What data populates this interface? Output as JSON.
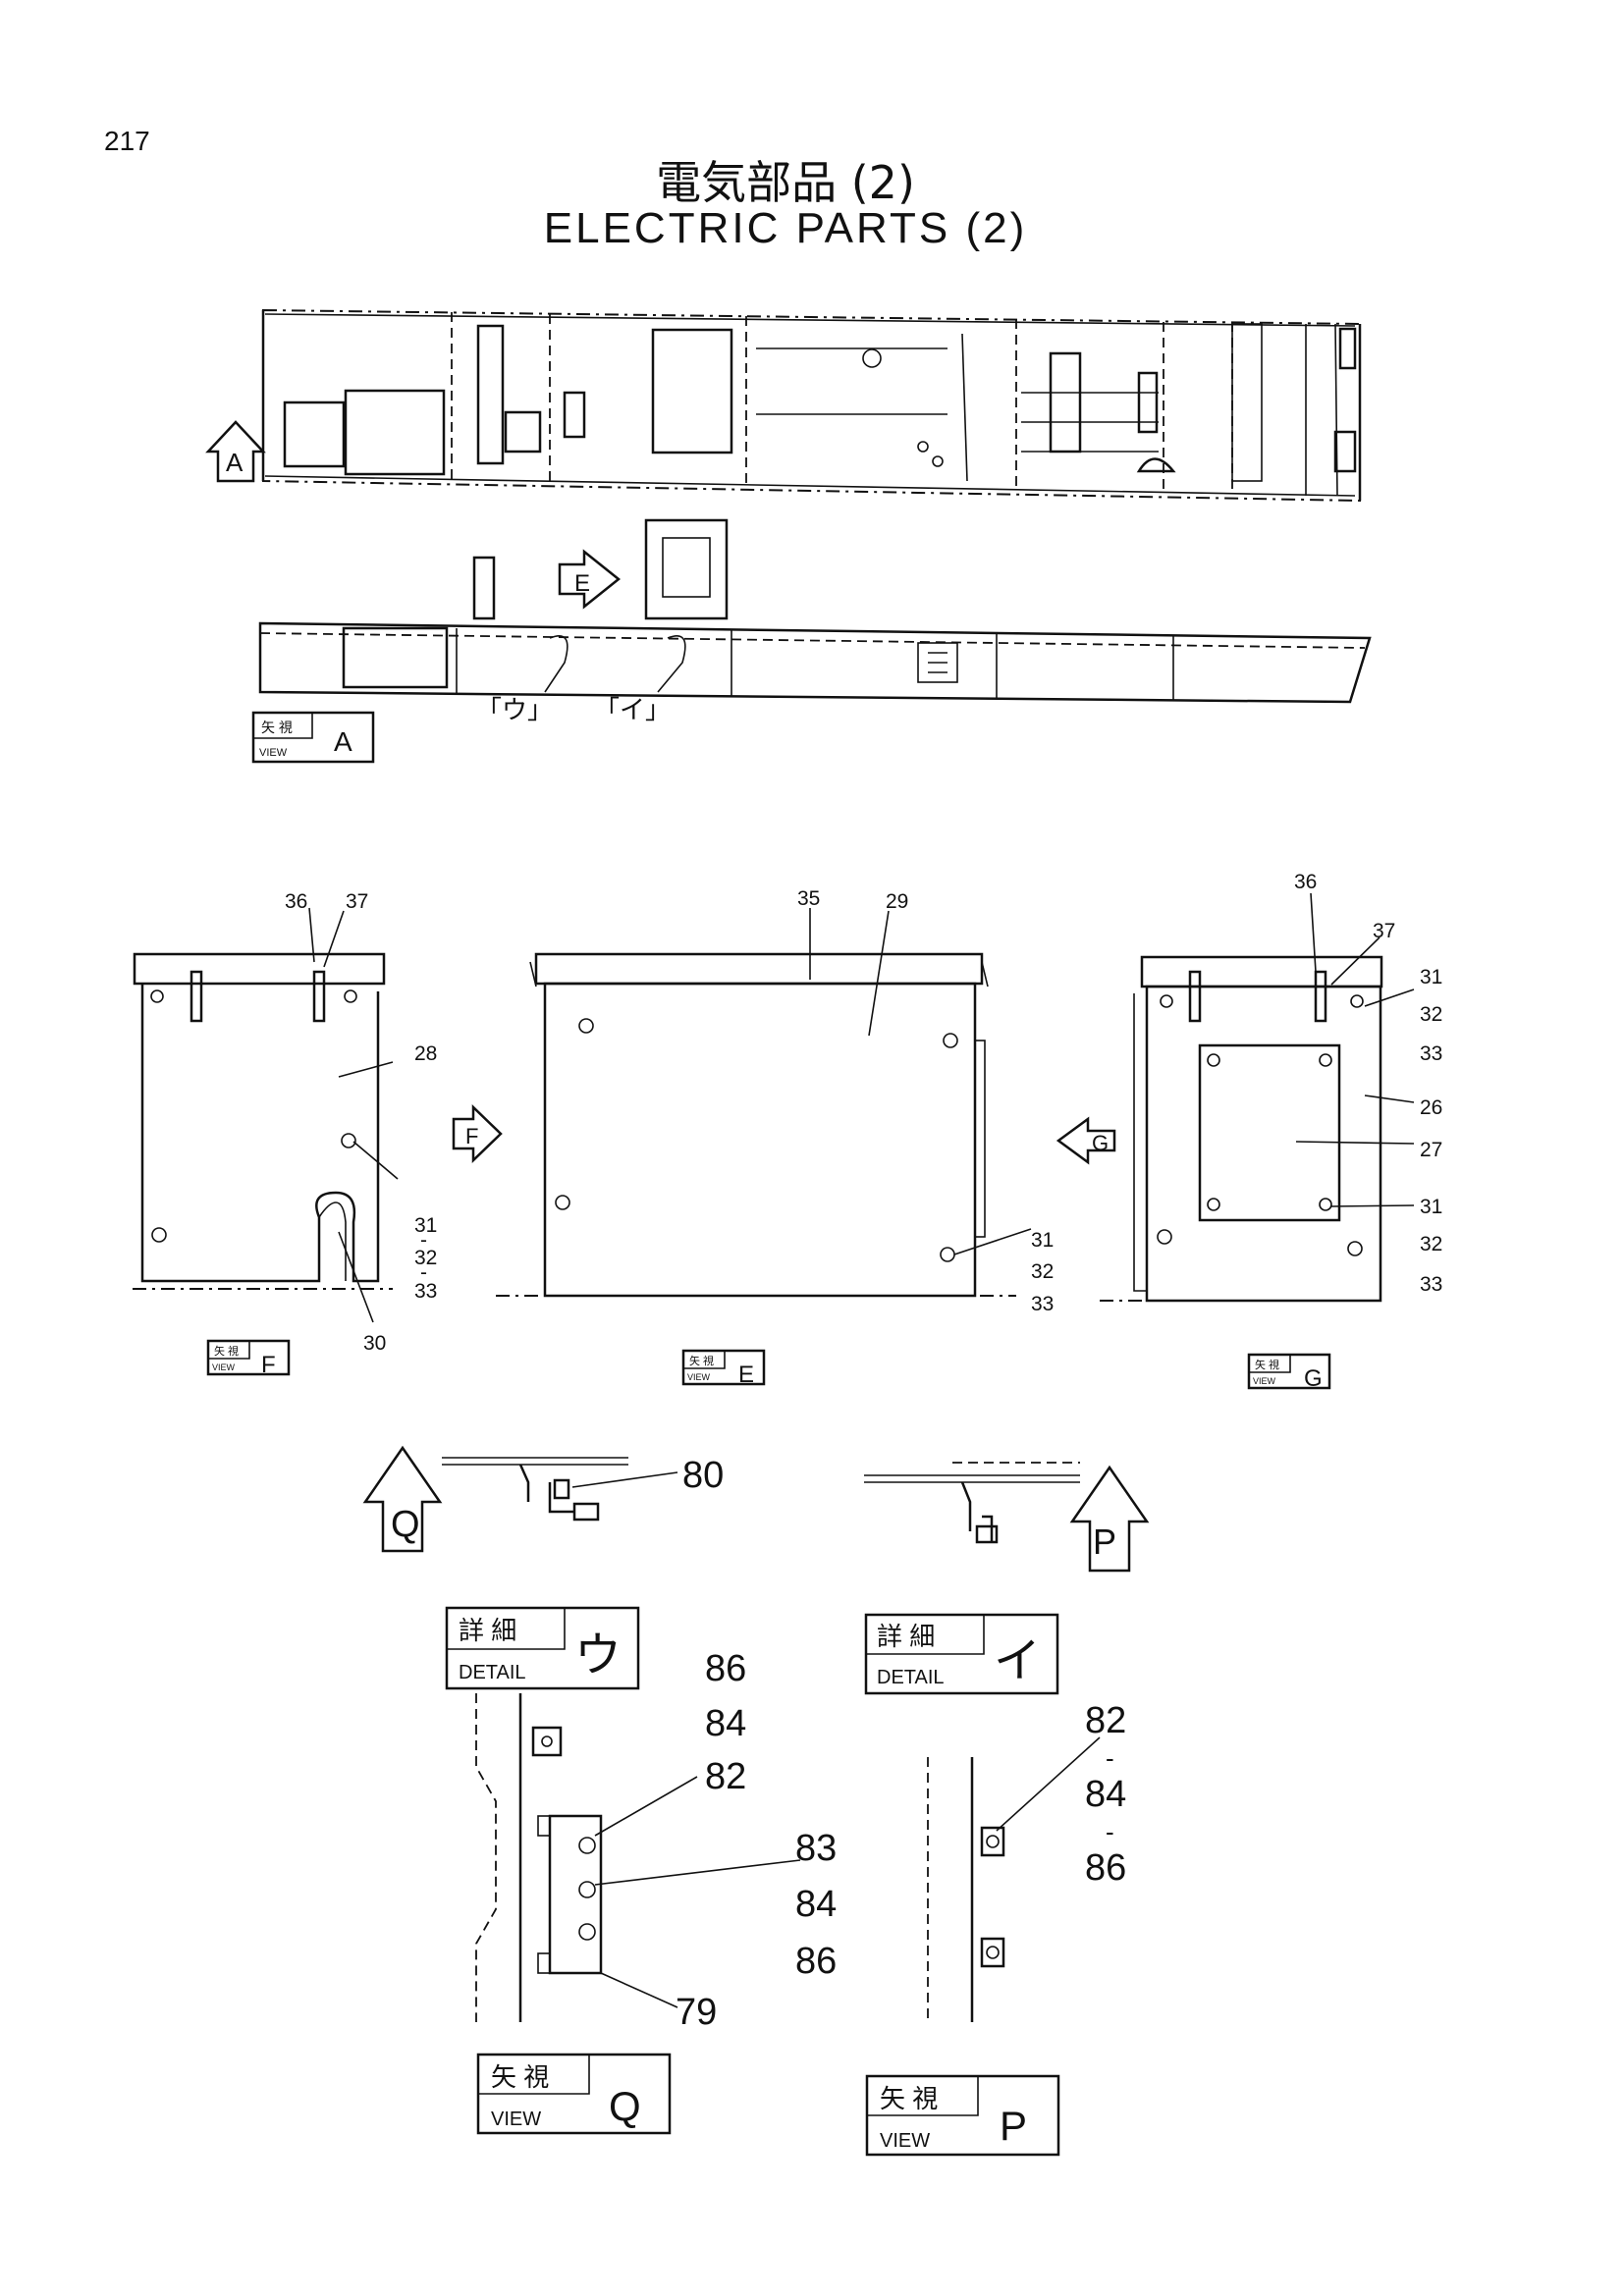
{
  "header": {
    "page_number": "217",
    "title_jp": "電気部品 (2)",
    "title_en": "ELECTRIC PARTS (2)"
  },
  "views": {
    "view_jp": "矢 視",
    "view_en": "VIEW",
    "detail_jp": "詳 細",
    "detail_en": "DETAIL",
    "a_letter": "A",
    "e_letter": "E",
    "f_letter": "F",
    "g_letter": "G",
    "q_letter": "Q",
    "p_letter": "P",
    "u_kana": "ウ",
    "i_kana": "イ",
    "u_bracket": "「ウ」",
    "i_bracket": "「イ」"
  },
  "callouts": {
    "view_f": {
      "n36": "36",
      "n37": "37",
      "n28": "28",
      "n31": "31",
      "n32": "32",
      "n33": "33",
      "n30": "30",
      "dash": "-"
    },
    "view_e": {
      "n35": "35",
      "n29": "29",
      "n31": "31",
      "n32": "32",
      "n33": "33"
    },
    "view_g": {
      "n36": "36",
      "n37": "37",
      "n31a": "31",
      "n32a": "32",
      "n33a": "33",
      "n26": "26",
      "n27": "27",
      "n31b": "31",
      "n32b": "32",
      "n33b": "33"
    },
    "view_q": {
      "n80": "80"
    },
    "detail_u": {
      "n86a": "86",
      "n84a": "84",
      "n82": "82",
      "n83": "83",
      "n84b": "84",
      "n86b": "86",
      "n79": "79"
    },
    "detail_i": {
      "n82": "82",
      "n84": "84",
      "n86": "86"
    }
  }
}
